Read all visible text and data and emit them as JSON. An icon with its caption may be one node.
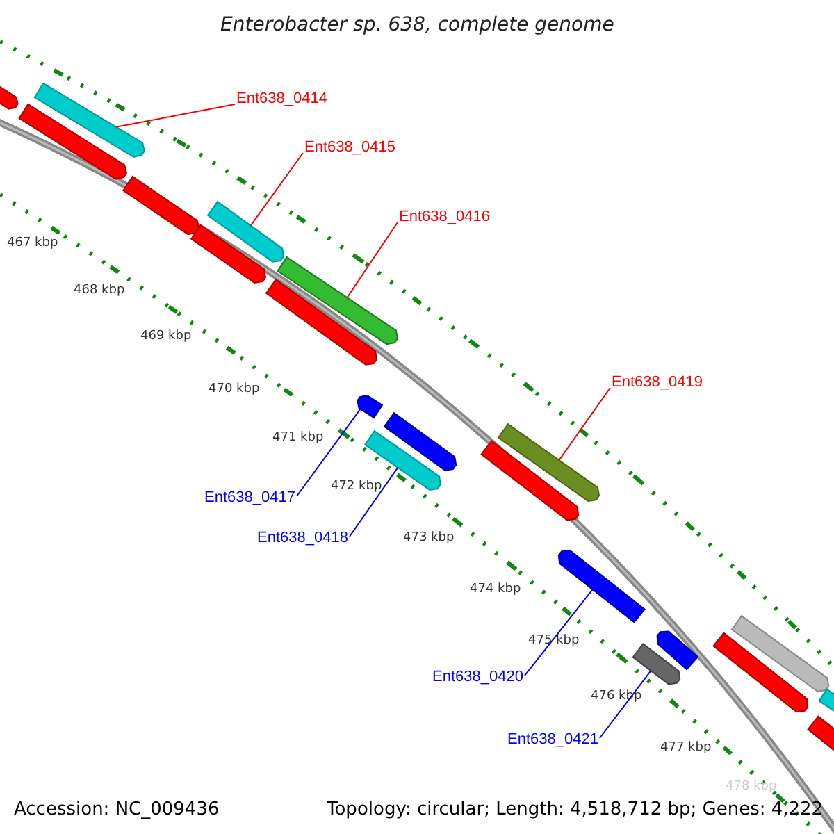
{
  "diagram": {
    "title": "Enterobacter sp. 638, complete genome",
    "nodes": [
      {
        "text": [
          "Ent638_0414"
        ]
      },
      {
        "text": [
          "Ent638_0415"
        ]
      },
      {
        "text": [
          "Ent638_0416"
        ]
      },
      {
        "text": [
          "Ent638_0419"
        ]
      },
      {
        "text": [
          "Ent638_0417"
        ]
      },
      {
        "text": [
          "Ent638_0418"
        ]
      },
      {
        "text": [
          "Ent638_0420"
        ]
      },
      {
        "text": [
          "Ent638_0421"
        ]
      },
      {
        "text": [],
        "shape": "bar"
      },
      {
        "text": [],
        "shape": "bar"
      },
      {
        "text": [],
        "shape": "bar"
      },
      {
        "text": [],
        "shape": "bar"
      },
      {
        "text": [],
        "shape": "bar"
      },
      {
        "text": [],
        "shape": "bar"
      },
      {
        "text": [],
        "shape": "bar"
      },
      {
        "text": [],
        "shape": "bar"
      },
      {
        "text": [],
        "shape": "bar"
      },
      {
        "text": [],
        "shape": "bar"
      },
      {
        "text": [],
        "shape": "bar"
      },
      {
        "text": [],
        "shape": "bar"
      },
      {
        "text": [],
        "shape": "bar"
      },
      {
        "text": [],
        "shape": "bar"
      },
      {
        "text": [],
        "shape": "bar"
      },
      {
        "text": [],
        "shape": "bar"
      },
      {
        "text": [],
        "shape": "bar"
      },
      {
        "text": [],
        "shape": "bar"
      },
      {
        "text": [],
        "shape": "bar"
      },
      {
        "text": [],
        "shape": "bar"
      }
    ],
    "edges": [
      {
        "from": 0,
        "to": 8,
        "arrow": "none"
      },
      {
        "from": 1,
        "to": 9,
        "arrow": "none"
      },
      {
        "from": 2,
        "to": 10,
        "arrow": "none"
      },
      {
        "from": 3,
        "to": 11,
        "arrow": "none"
      },
      {
        "from": 4,
        "to": 12,
        "arrow": "none",
        "color": "#0000ff"
      },
      {
        "from": 5,
        "to": 13,
        "arrow": "none",
        "color": "#0000ff"
      },
      {
        "from": 6,
        "to": 14,
        "arrow": "none",
        "color": "#0000ff"
      },
      {
        "from": 7,
        "to": 15,
        "arrow": "none",
        "color": "#0000ff"
      }
    ],
    "labels": [
      "467 kbp",
      "468 kbp",
      "469 kbp",
      "470 kbp",
      "471 kbp",
      "472 kbp",
      "473 kbp",
      "474 kbp",
      "475 kbp",
      "476 kbp",
      "477 kbp",
      "478 kbp",
      "Accession: NC_009436",
      "Topology: circular; Length: 4,518,712 bp; Genes: 4,222"
    ]
  }
}
